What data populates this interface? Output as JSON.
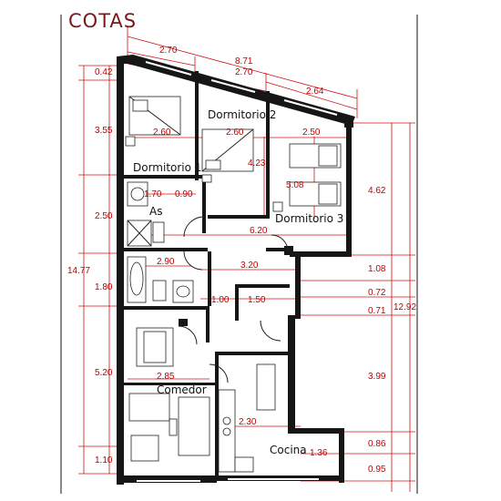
{
  "title": "COTAS",
  "rooms": {
    "dormitorio1": "Dormitorio 1",
    "dormitorio2": "Dormitorio 2",
    "dormitorio3": "Dormitorio 3",
    "as": "As",
    "comedor": "Comedor",
    "cocina": "Cocina"
  },
  "dims": {
    "top_270a": "2.70",
    "top_871": "8.71",
    "top_270b": "2.70",
    "top_264": "2.64",
    "left_042": "0.42",
    "left_355": "3.55",
    "left_250": "2.50",
    "left_1477": "14.77",
    "left_180": "1.80",
    "left_520": "5.20",
    "left_110": "1.10",
    "in_260a": "2.60",
    "in_260b": "2.60",
    "in_250": "2.50",
    "in_423": "4.23",
    "in_508": "5.08",
    "in_170": "1.70",
    "in_090": "0.90",
    "in_620": "6.20",
    "in_290": "2.90",
    "in_320": "3.20",
    "in_100": "1.00",
    "in_150": "1.50",
    "in_285": "2.85",
    "in_230": "2.30",
    "in_136": "1.36",
    "right_462": "4.62",
    "right_108": "1.08",
    "right_072": "0.72",
    "right_071": "0.71",
    "right_1292": "12.92",
    "right_399": "3.99",
    "right_086": "0.86",
    "right_095": "0.95"
  }
}
